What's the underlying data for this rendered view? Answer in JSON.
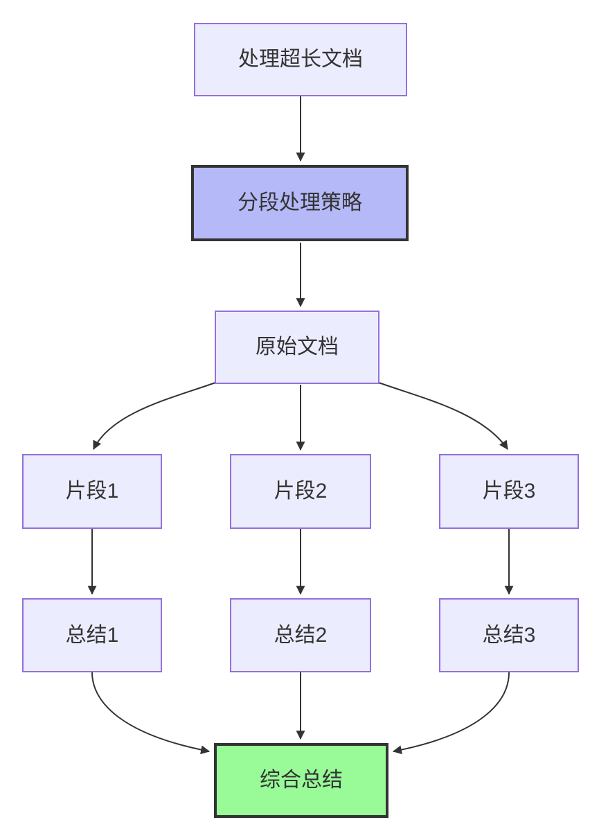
{
  "diagram": {
    "type": "flowchart",
    "direction": "top-down",
    "nodes": {
      "process": {
        "label": "处理超长文档",
        "style": "default"
      },
      "strategy": {
        "label": "分段处理策略",
        "style": "emphasis"
      },
      "doc": {
        "label": "原始文档",
        "style": "default"
      },
      "seg1": {
        "label": "片段1",
        "style": "default"
      },
      "seg2": {
        "label": "片段2",
        "style": "default"
      },
      "seg3": {
        "label": "片段3",
        "style": "default"
      },
      "sum1": {
        "label": "总结1",
        "style": "default"
      },
      "sum2": {
        "label": "总结2",
        "style": "default"
      },
      "sum3": {
        "label": "总结3",
        "style": "default"
      },
      "final": {
        "label": "综合总结",
        "style": "success"
      }
    },
    "edges": [
      {
        "from": "process",
        "to": "strategy"
      },
      {
        "from": "strategy",
        "to": "doc"
      },
      {
        "from": "doc",
        "to": "seg1"
      },
      {
        "from": "doc",
        "to": "seg2"
      },
      {
        "from": "doc",
        "to": "seg3"
      },
      {
        "from": "seg1",
        "to": "sum1"
      },
      {
        "from": "seg2",
        "to": "sum2"
      },
      {
        "from": "seg3",
        "to": "sum3"
      },
      {
        "from": "sum1",
        "to": "final"
      },
      {
        "from": "sum2",
        "to": "final"
      },
      {
        "from": "sum3",
        "to": "final"
      }
    ],
    "colors": {
      "node_fill": "#ECECFF",
      "node_border": "#9370DB",
      "emphasis_fill": "#B6B9F8",
      "emphasis_border": "#333333",
      "success_fill": "#98FB98",
      "success_border": "#333333",
      "edge": "#333333",
      "text": "#333333",
      "background": "#FFFFFF"
    }
  }
}
